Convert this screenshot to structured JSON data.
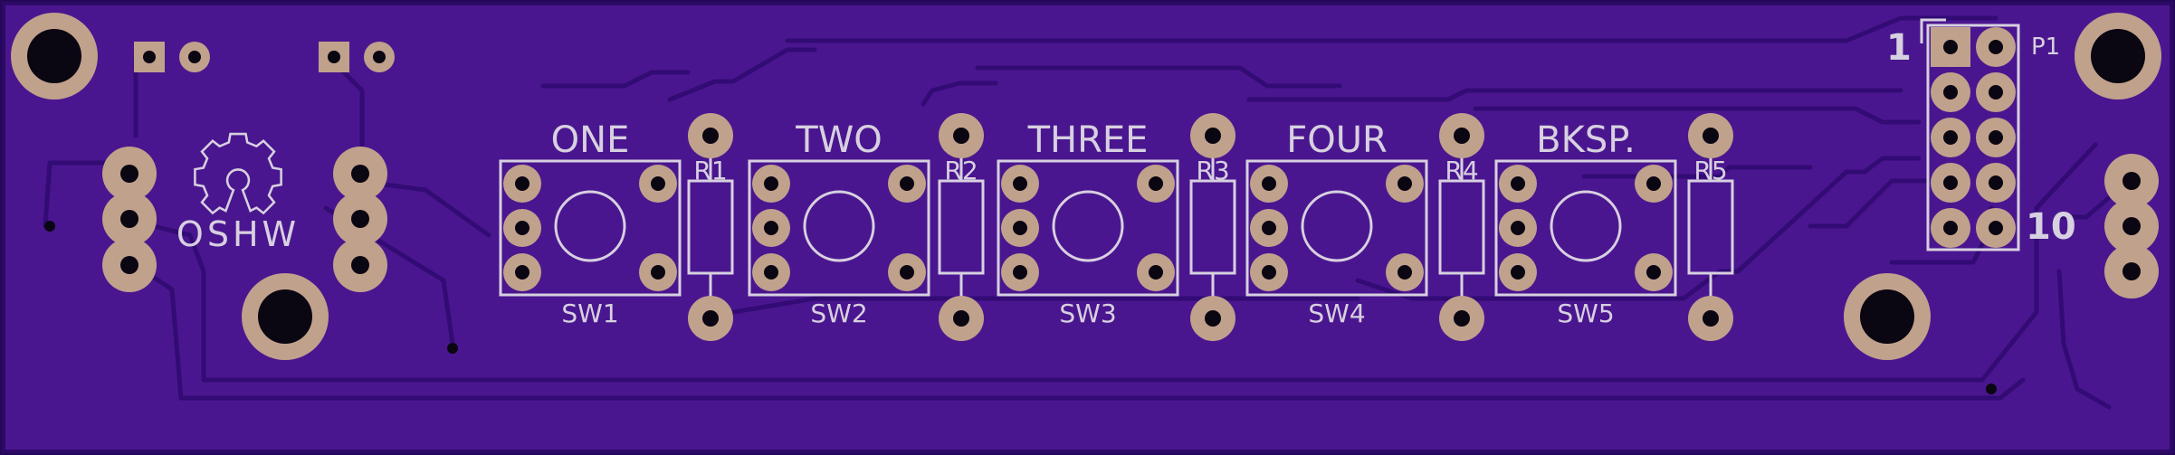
{
  "board": {
    "colors": {
      "board": "#4a168f",
      "edge": "#25075a",
      "trace": "#320b74",
      "pad": "#c0a18c",
      "drill": "#0a0612",
      "silkscreen": "#d7d0e0"
    },
    "logo": {
      "icon": "oshw-gear-icon",
      "text": "OSHW"
    },
    "switches": [
      {
        "key_label": "ONE",
        "ref": "SW1"
      },
      {
        "key_label": "TWO",
        "ref": "SW2"
      },
      {
        "key_label": "THREE",
        "ref": "SW3"
      },
      {
        "key_label": "FOUR",
        "ref": "SW4"
      },
      {
        "key_label": "BKSP.",
        "ref": "SW5"
      }
    ],
    "resistors": [
      {
        "ref": "R1"
      },
      {
        "ref": "R2"
      },
      {
        "ref": "R3"
      },
      {
        "ref": "R4"
      },
      {
        "ref": "R5"
      }
    ],
    "connector": {
      "ref": "P1",
      "pin_first_label": "1",
      "pin_last_label": "10"
    }
  }
}
